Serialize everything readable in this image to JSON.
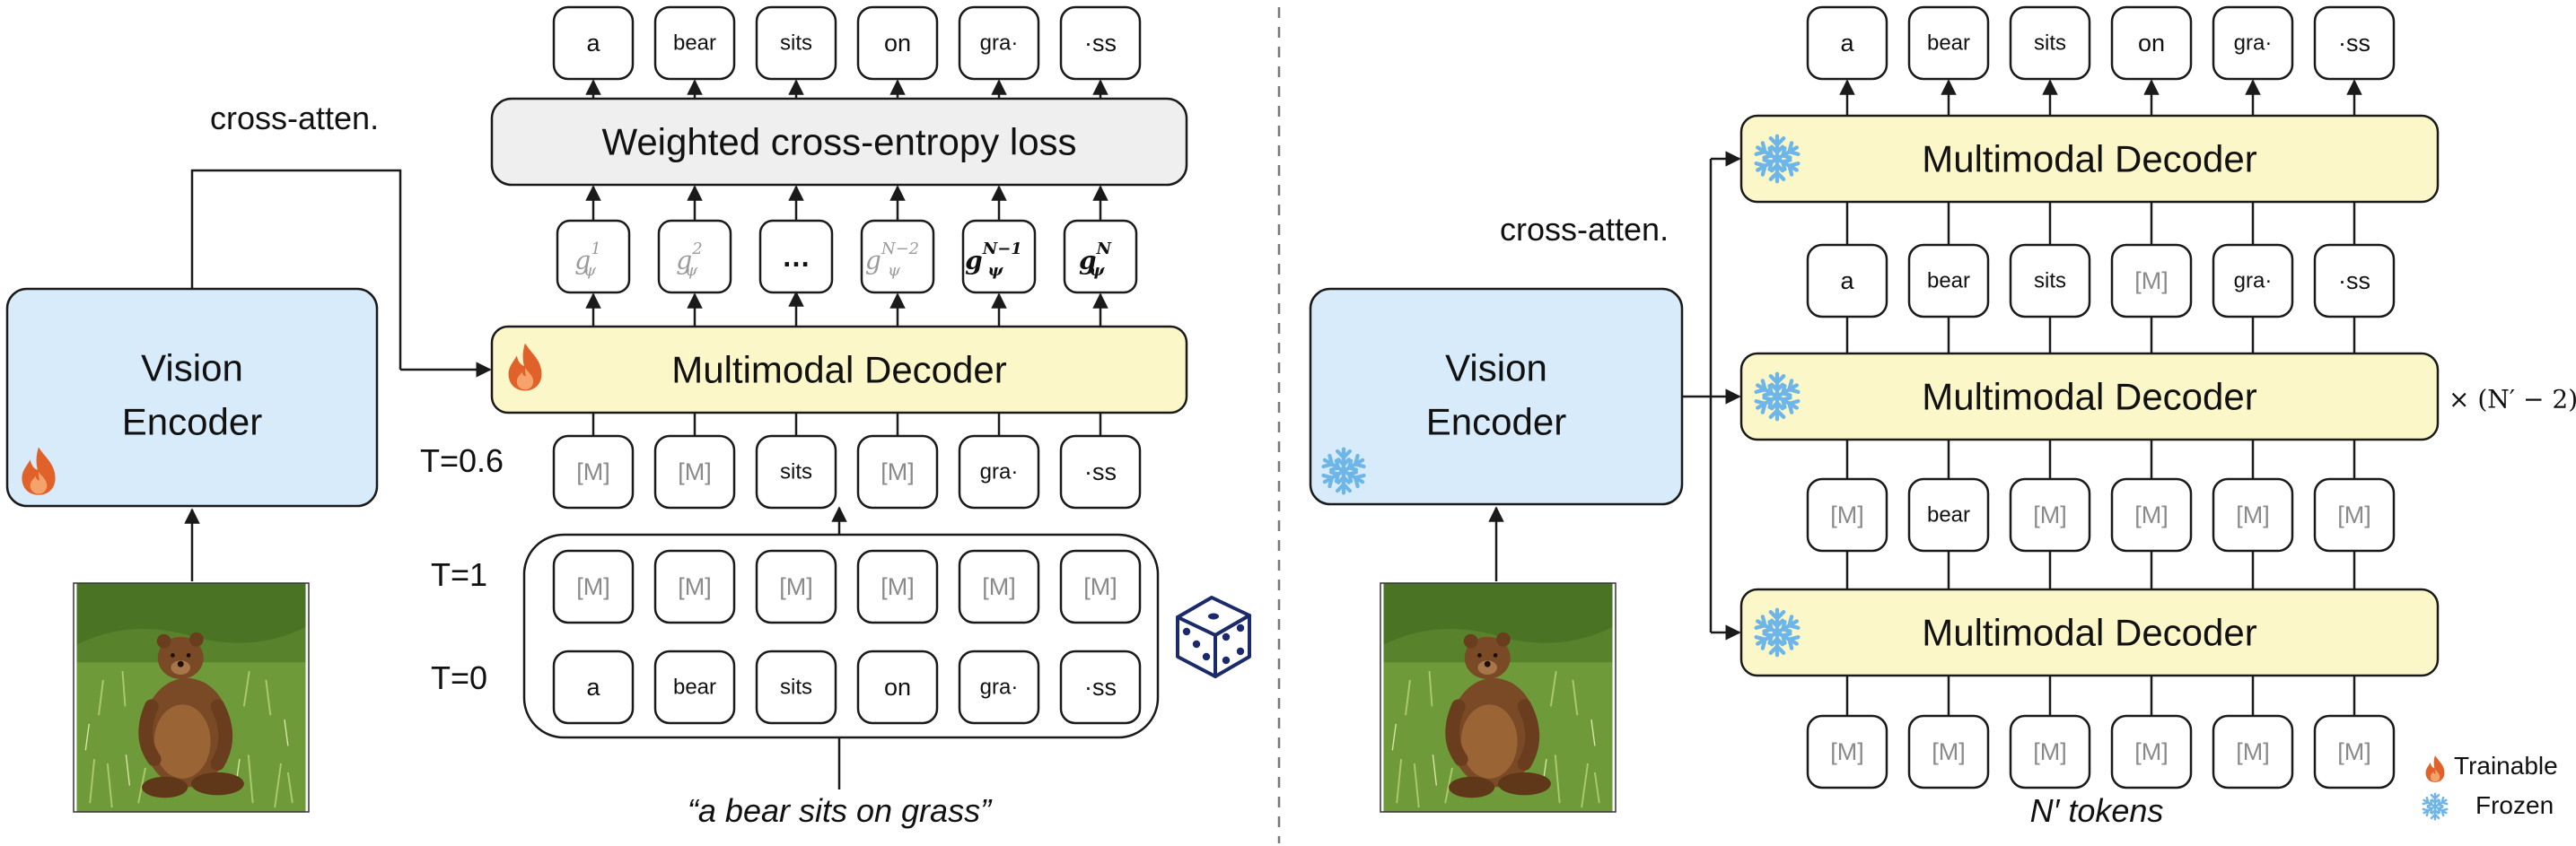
{
  "left": {
    "vision_encoder": [
      "Vision",
      "Encoder"
    ],
    "cross_atten": "cross-atten.",
    "loss": "Weighted cross-entropy loss",
    "decoder": "Multimodal Decoder",
    "output_tokens": [
      "a",
      "bear",
      "sits",
      "on",
      "gra·",
      "·ss"
    ],
    "g_labels": [
      {
        "base": "g",
        "sub": "ψ",
        "sup": "1",
        "style": "gray"
      },
      {
        "base": "g",
        "sub": "ψ",
        "sup": "2",
        "style": "gray"
      },
      {
        "text": "…"
      },
      {
        "base": "g",
        "sub": "ψ",
        "sup": "N−2",
        "style": "gray"
      },
      {
        "base": "g",
        "sub": "ψ",
        "sup": "N−1",
        "style": "bold"
      },
      {
        "base": "g",
        "sub": "ψ",
        "sup": "N",
        "style": "bold"
      }
    ],
    "t06_label": "T=0.6",
    "t06_tokens": [
      "[M]",
      "[M]",
      "sits",
      "[M]",
      "gra·",
      "·ss"
    ],
    "t1_label": "T=1",
    "t1_tokens": [
      "[M]",
      "[M]",
      "[M]",
      "[M]",
      "[M]",
      "[M]"
    ],
    "t0_label": "T=0",
    "t0_tokens": [
      "a",
      "bear",
      "sits",
      "on",
      "gra·",
      "·ss"
    ],
    "caption": "“a bear sits on grass”"
  },
  "right": {
    "vision_encoder": [
      "Vision",
      "Encoder"
    ],
    "cross_atten": "cross-atten.",
    "decoder": "Multimodal Decoder",
    "output_tokens": [
      "a",
      "bear",
      "sits",
      "on",
      "gra·",
      "·ss"
    ],
    "mid_tokens_1": [
      "a",
      "bear",
      "sits",
      "[M]",
      "gra·",
      "·ss"
    ],
    "mid_tokens_2": [
      "[M]",
      "bear",
      "[M]",
      "[M]",
      "[M]",
      "[M]"
    ],
    "input_tokens": [
      "[M]",
      "[M]",
      "[M]",
      "[M]",
      "[M]",
      "[M]"
    ],
    "repeat": "× (N′ − 2)",
    "tokens_label": "N′ tokens"
  },
  "legend": {
    "trainable": "Trainable",
    "frozen": "Frozen"
  },
  "colors": {
    "decoder_fill": "#fbf7c8",
    "encoder_fill": "#d8ebfa",
    "loss_fill": "#efefef",
    "flame": "#e0622a",
    "snowflake": "#6fb6e8",
    "mask_text": "#8a8a8a"
  },
  "icons": [
    "flame-icon",
    "snowflake-icon",
    "dice-icon",
    "bear-photo"
  ]
}
